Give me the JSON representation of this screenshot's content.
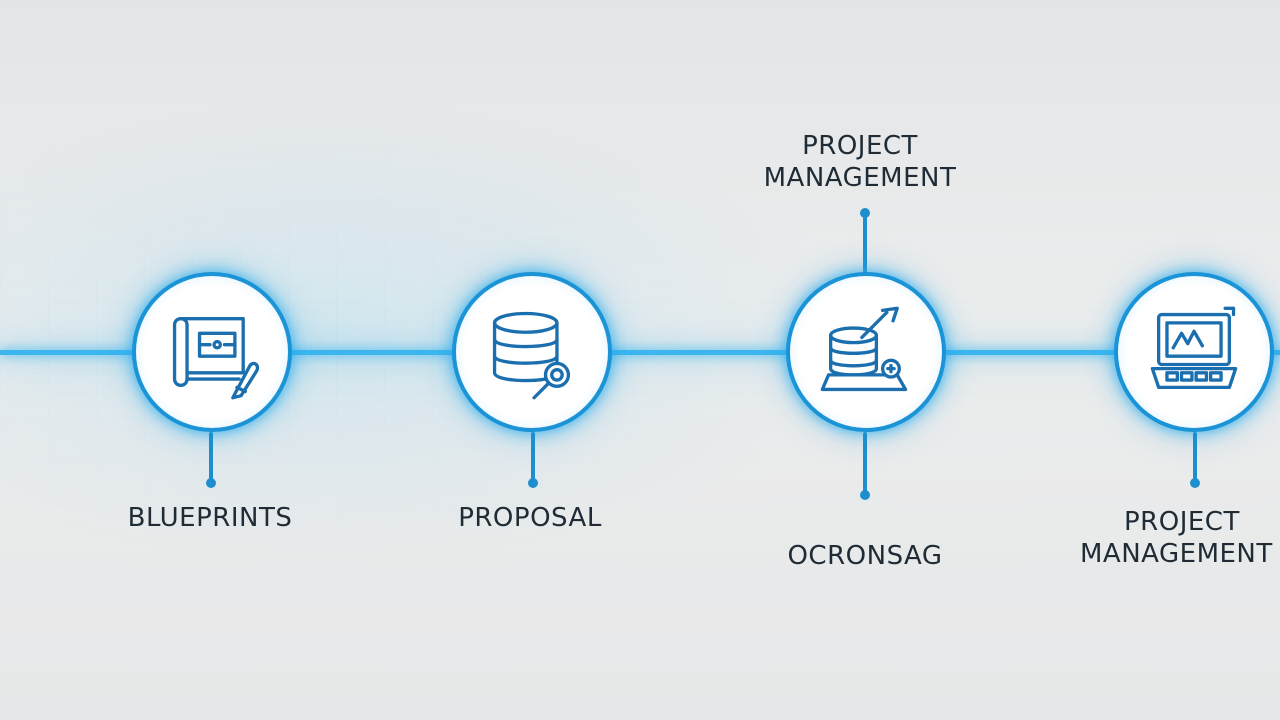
{
  "steps": [
    {
      "label": "BLUEPRINTS",
      "icon": "blueprint-icon"
    },
    {
      "label": "PROPOSAL",
      "icon": "database-search-icon"
    },
    {
      "label": "OCRONSAG",
      "top_label_lines": [
        "PROJECT",
        "MANAGEMENT"
      ],
      "icon": "database-pen-icon"
    },
    {
      "label_lines": [
        "PROJECT",
        "MANAGEMENT"
      ],
      "icon": "laptop-icon"
    }
  ],
  "colors": {
    "accent": "#1b93d7",
    "glow": "#3db6ee",
    "text": "#1f2b35",
    "background": "#e9eaeb"
  }
}
